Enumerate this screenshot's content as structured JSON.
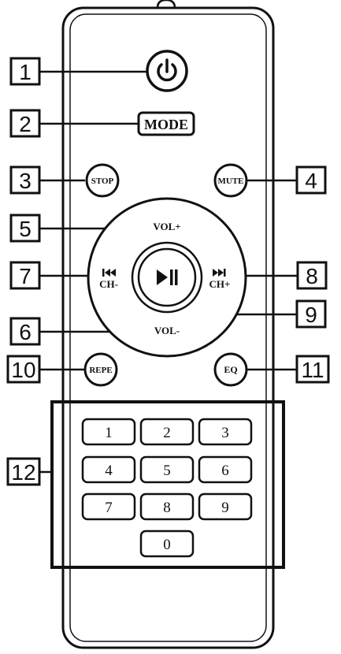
{
  "buttons": {
    "mode": "MODE",
    "stop": "STOP",
    "mute": "MUTE",
    "vol_up": "VOL+",
    "vol_down": "VOL-",
    "ch_down": "CH-",
    "ch_up": "CH+",
    "repeat": "REPE",
    "eq": "EQ"
  },
  "callouts": [
    "1",
    "2",
    "3",
    "4",
    "5",
    "6",
    "7",
    "8",
    "9",
    "10",
    "11",
    "12"
  ],
  "keypad": [
    "1",
    "2",
    "3",
    "4",
    "5",
    "6",
    "7",
    "8",
    "9",
    "0"
  ],
  "icons": {
    "power": "power-icon",
    "play_pause": "play-pause-icon",
    "prev": "skip-previous-icon",
    "next": "skip-next-icon"
  }
}
